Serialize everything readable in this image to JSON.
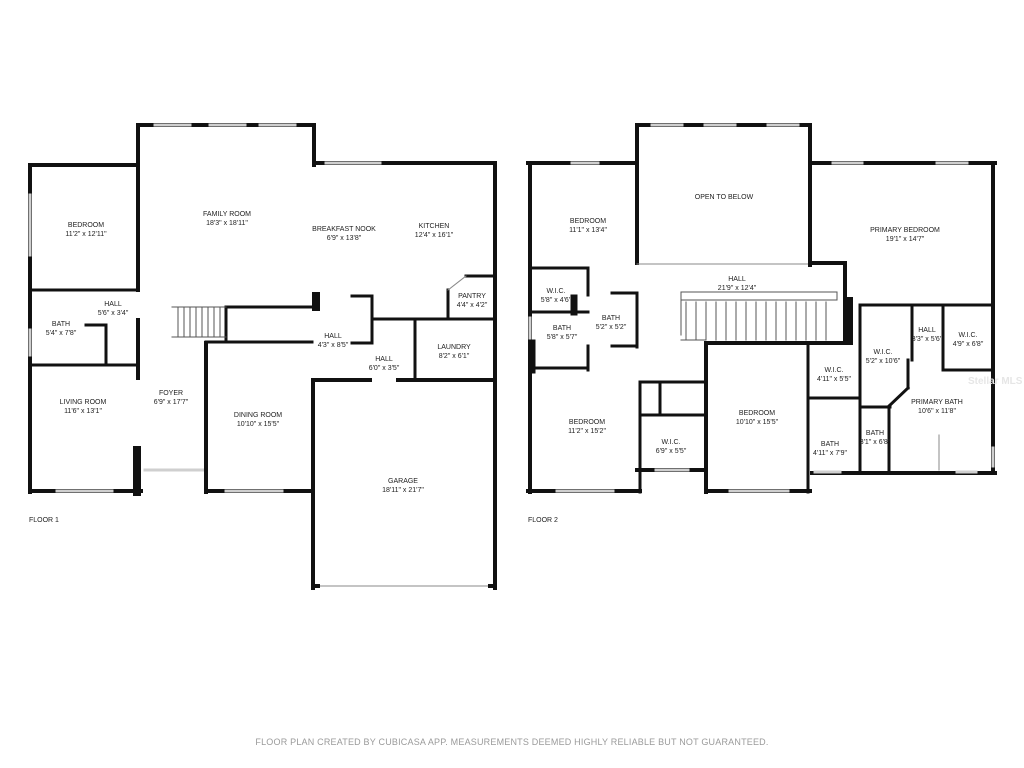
{
  "floors": [
    {
      "label": "FLOOR 1",
      "rooms": [
        {
          "name": "BEDROOM",
          "size": "11'2\" x 12'11\""
        },
        {
          "name": "FAMILY ROOM",
          "size": "18'3\" x 18'11\""
        },
        {
          "name": "BREAKFAST NOOK",
          "size": "6'9\" x 13'8\""
        },
        {
          "name": "KITCHEN",
          "size": "12'4\" x 16'1\""
        },
        {
          "name": "HALL",
          "size": "5'6\" x 3'4\""
        },
        {
          "name": "BATH",
          "size": "5'4\" x 7'8\""
        },
        {
          "name": "PANTRY",
          "size": "4'4\" x 4'2\""
        },
        {
          "name": "HALL",
          "size": "4'3\" x 8'5\""
        },
        {
          "name": "HALL",
          "size": "6'0\" x 3'5\""
        },
        {
          "name": "LAUNDRY",
          "size": "8'2\" x 6'1\""
        },
        {
          "name": "LIVING ROOM",
          "size": "11'6\" x 13'1\""
        },
        {
          "name": "FOYER",
          "size": "6'9\" x 17'7\""
        },
        {
          "name": "DINING ROOM",
          "size": "10'10\" x 15'5\""
        },
        {
          "name": "GARAGE",
          "size": "18'11\" x 21'7\""
        }
      ]
    },
    {
      "label": "FLOOR 2",
      "rooms": [
        {
          "name": "OPEN TO BELOW",
          "size": ""
        },
        {
          "name": "BEDROOM",
          "size": "11'1\" x 13'4\""
        },
        {
          "name": "PRIMARY BEDROOM",
          "size": "19'1\" x 14'7\""
        },
        {
          "name": "HALL",
          "size": "21'9\" x 12'4\""
        },
        {
          "name": "W.I.C.",
          "size": "5'8\" x 4'6\""
        },
        {
          "name": "BATH",
          "size": "5'2\" x 5'2\""
        },
        {
          "name": "BATH",
          "size": "5'8\" x 5'7\""
        },
        {
          "name": "HALL",
          "size": "3'3\" x 5'6\""
        },
        {
          "name": "W.I.C.",
          "size": "4'9\" x 6'8\""
        },
        {
          "name": "W.I.C.",
          "size": "5'2\" x 10'6\""
        },
        {
          "name": "W.I.C.",
          "size": "4'11\" x 5'5\""
        },
        {
          "name": "BEDROOM",
          "size": "11'2\" x 15'2\""
        },
        {
          "name": "BEDROOM",
          "size": "10'10\" x 15'5\""
        },
        {
          "name": "PRIMARY BATH",
          "size": "10'6\" x 11'8\""
        },
        {
          "name": "BATH",
          "size": "3'1\" x 6'8\""
        },
        {
          "name": "W.I.C.",
          "size": "6'9\" x 5'5\""
        },
        {
          "name": "BATH",
          "size": "4'11\" x 7'9\""
        }
      ]
    }
  ],
  "watermark": "Stellar MLS",
  "footer": "FLOOR PLAN CREATED BY CUBICASA APP. MEASUREMENTS DEEMED HIGHLY RELIABLE BUT NOT GUARANTEED.",
  "colors": {
    "wall": "#111111",
    "text": "#222222",
    "footer": "#9a9a9a"
  }
}
